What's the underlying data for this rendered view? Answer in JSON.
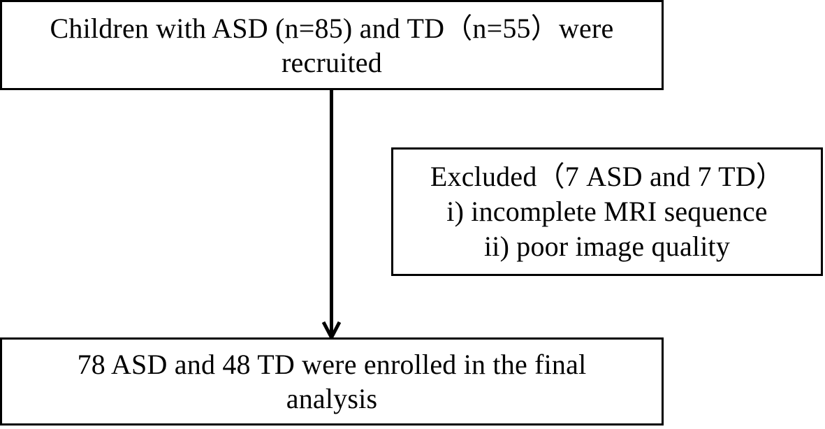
{
  "diagram": {
    "type": "flowchart",
    "orientation": "vertical",
    "background_color": "#ffffff",
    "line_color": "#000000",
    "nodes": [
      {
        "id": "recruited",
        "role": "start",
        "lines": [
          "Children with ASD (n=85) and TD（n=55）were",
          "recruited"
        ]
      },
      {
        "id": "excluded",
        "role": "exclusion",
        "lines": [
          "Excluded（7 ASD and 7 TD）",
          "i) incomplete MRI sequence",
          "ii) poor image quality"
        ]
      },
      {
        "id": "enrolled",
        "role": "end",
        "lines": [
          "78 ASD and 48 TD were enrolled in the final",
          "analysis"
        ]
      }
    ],
    "connector": {
      "from": "recruited",
      "to": "enrolled",
      "style": "straight-vertical",
      "arrowhead": "open-chevron"
    }
  }
}
